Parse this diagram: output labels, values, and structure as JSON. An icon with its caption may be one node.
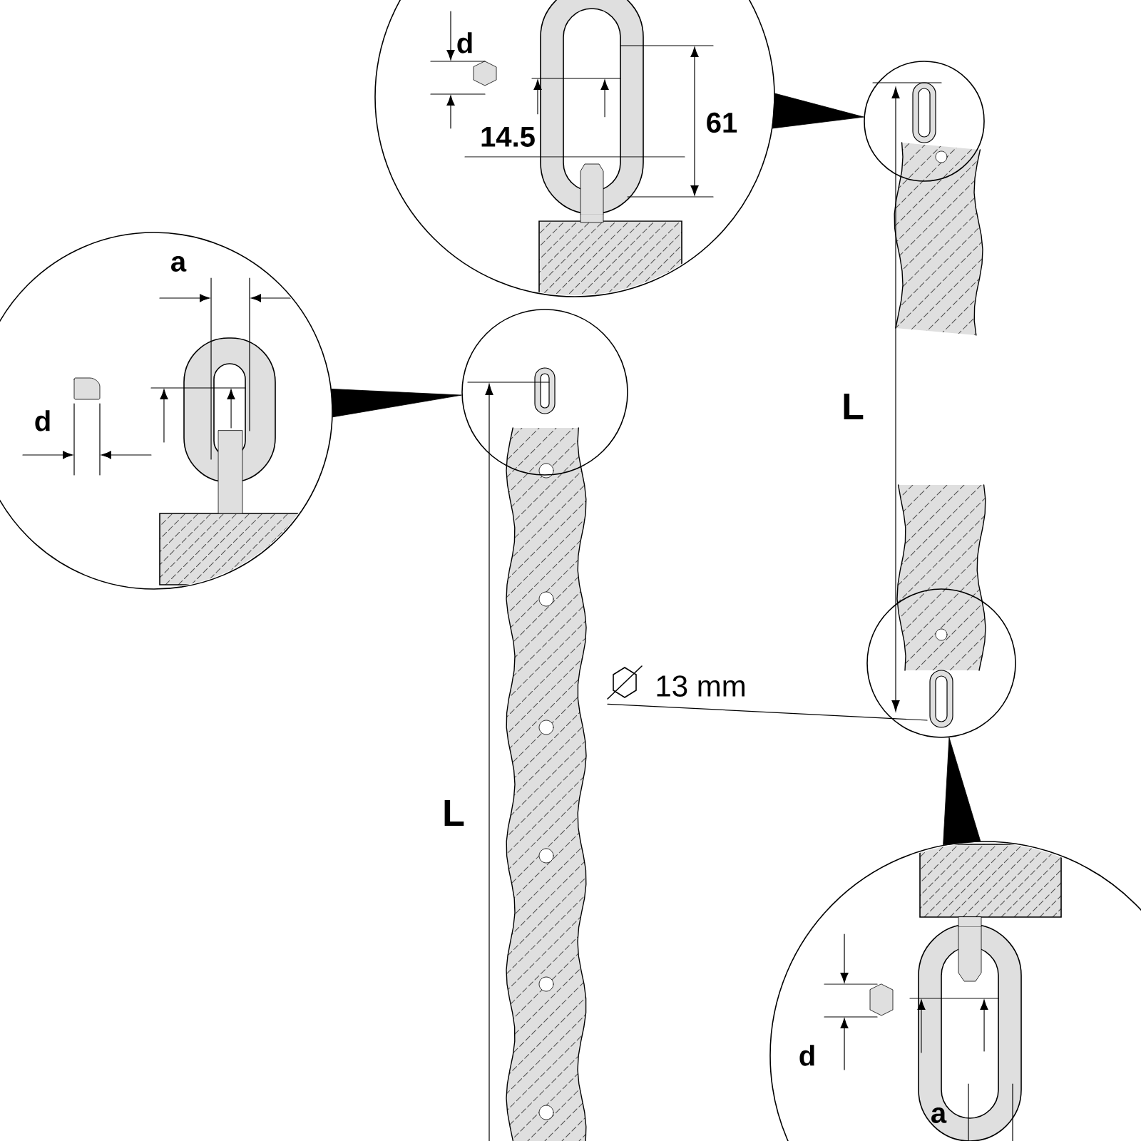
{
  "diagram": {
    "nodes": [
      {
        "text": [
          "d",
          "14.5",
          "61"
        ]
      },
      {
        "text": [],
        "shape": "circle"
      },
      {
        "text": [
          "a",
          "d"
        ]
      },
      {
        "text": [],
        "shape": "circle"
      },
      {
        "text": [],
        "shape": "circle"
      },
      {
        "text": [
          "d",
          "a"
        ]
      },
      {
        "text": [
          "13 mm"
        ]
      }
    ],
    "edges": [
      {
        "from": 0,
        "to": 1,
        "arrow": "to"
      },
      {
        "from": 2,
        "to": 3,
        "arrow": "to"
      },
      {
        "from": 5,
        "to": 4,
        "arrow": "to"
      },
      {
        "from": 6,
        "to": 4,
        "arrow": "none"
      }
    ],
    "labels": [
      "L",
      "L"
    ]
  }
}
